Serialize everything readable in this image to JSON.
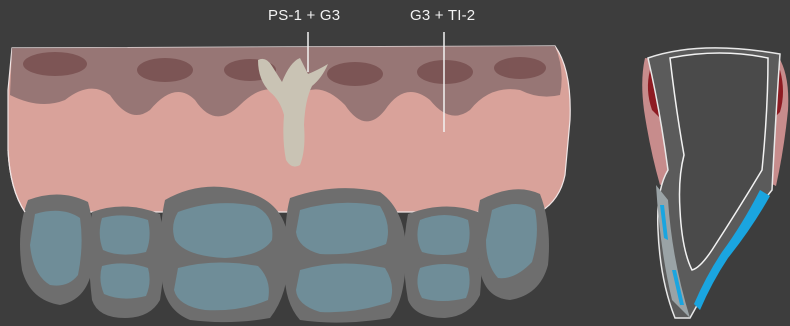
{
  "annotations": {
    "left_label": "PS-1 + G3",
    "right_label": "G3 + TI-2"
  },
  "colors": {
    "background": "#3d3d3d",
    "gingiva": "#d9a29a",
    "dark_shade": "#8a6b6b",
    "root_fill": "#c9c3b4",
    "tooth_gray": "#6e6e6e",
    "tooth_blue": "#6f8d98",
    "cross_section_blue": "#1aa5e0",
    "cross_section_red": "#8e1b22"
  },
  "icons": [
    "dental-arch-illustration",
    "tooth-cross-section-illustration"
  ]
}
